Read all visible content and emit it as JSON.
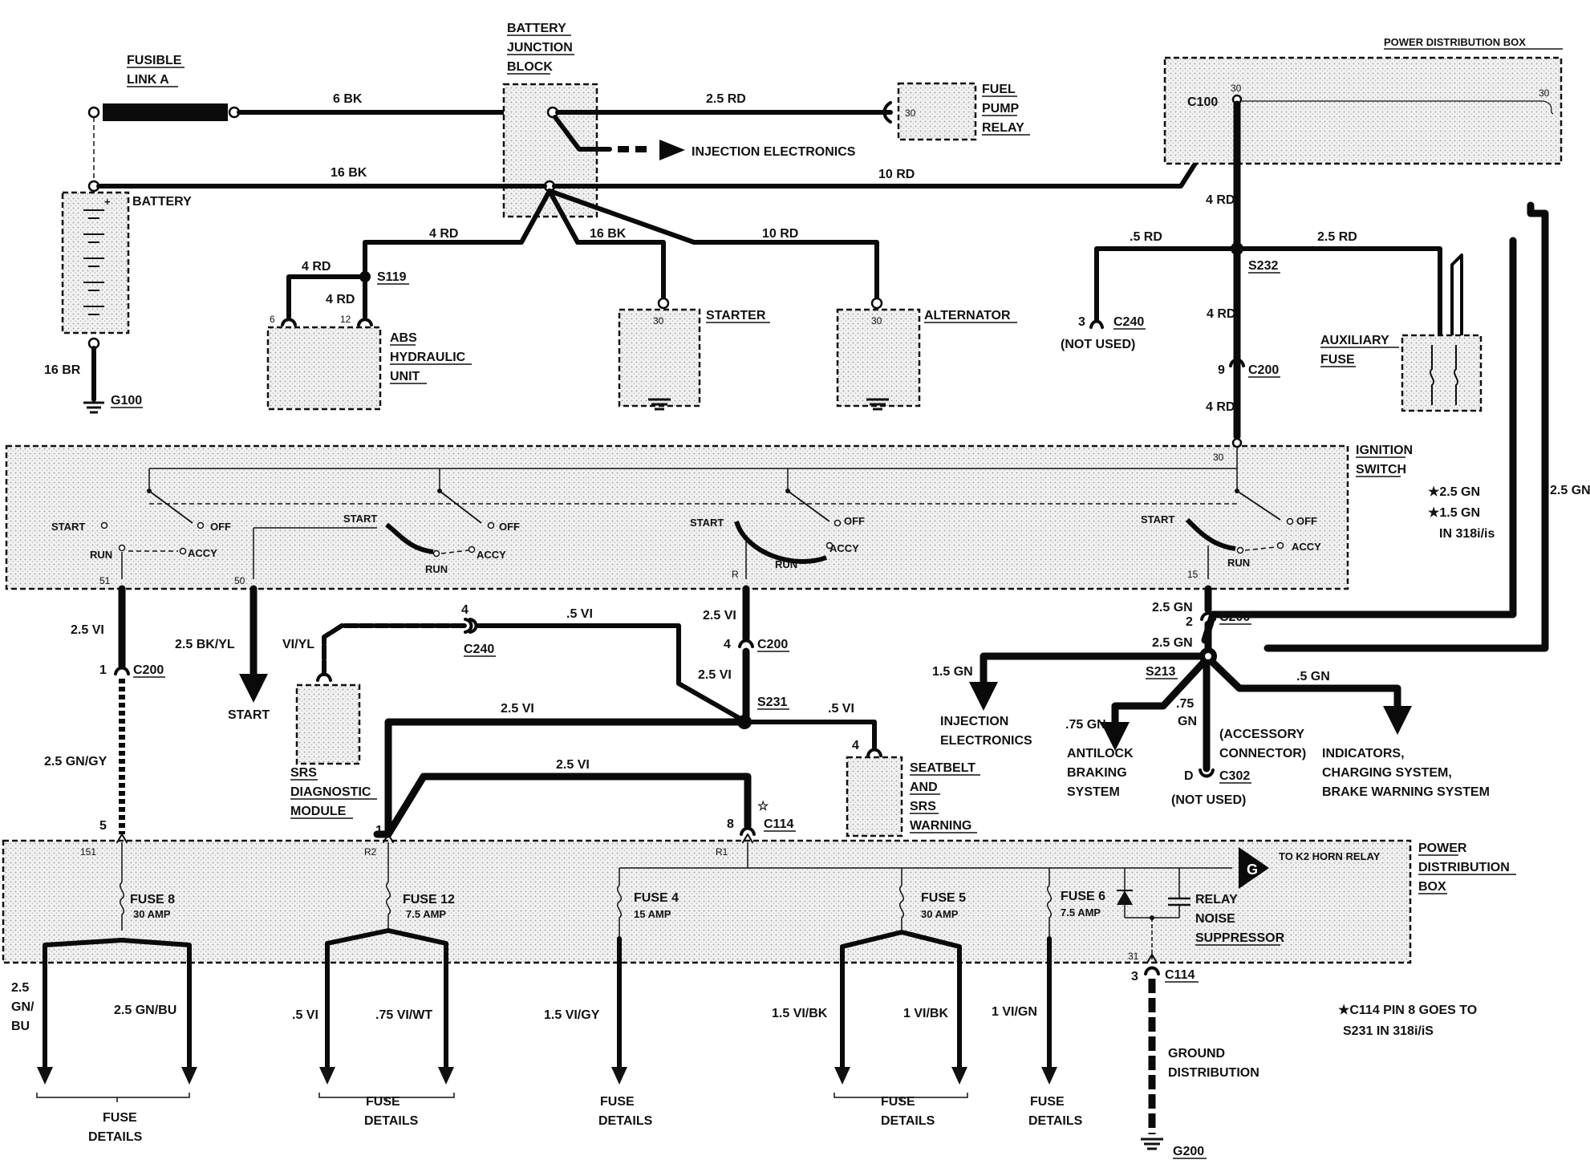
{
  "title": "",
  "components": {
    "fusible_link": [
      "FUSIBLE",
      "LINK A"
    ],
    "battery_junction_block": [
      "BATTERY",
      "JUNCTION",
      "BLOCK"
    ],
    "fuel_pump_relay": [
      "FUEL",
      "PUMP",
      "RELAY"
    ],
    "power_distribution_box_top": "POWER DISTRIBUTION BOX",
    "battery": "BATTERY",
    "injection_electronics_top": "INJECTION ELECTRONICS",
    "abs_hydraulic_unit": [
      "ABS",
      "HYDRAULIC",
      "UNIT"
    ],
    "starter": "STARTER",
    "alternator": "ALTERNATOR",
    "auxiliary_fuse": [
      "AUXILIARY",
      "FUSE"
    ],
    "ignition_switch": [
      "IGNITION",
      "SWITCH"
    ],
    "srs_module": [
      "SRS",
      "DIAGNOSTIC",
      "MODULE"
    ],
    "seatbelt_srs": [
      "SEATBELT",
      "AND",
      "SRS",
      "WARNING"
    ],
    "start": "START",
    "injection_electronics_mid": [
      "INJECTION",
      "ELECTRONICS"
    ],
    "antilock": [
      "ANTILOCK",
      "BRAKING",
      "SYSTEM"
    ],
    "accessory_connector": [
      "(ACCESSORY",
      "CONNECTOR)"
    ],
    "indicators": [
      "INDICATORS,",
      "CHARGING SYSTEM,",
      "BRAKE WARNING SYSTEM"
    ],
    "not_used": "(NOT USED)",
    "power_distribution_box_bottom": [
      "POWER",
      "DISTRIBUTION",
      "BOX"
    ],
    "horn_relay": "TO K2 HORN RELAY",
    "relay_noise": [
      "RELAY",
      "NOISE",
      "SUPPRESSOR"
    ],
    "ground_distribution": [
      "GROUND",
      "DISTRIBUTION"
    ],
    "fuse_details": [
      "FUSE",
      "DETAILS"
    ],
    "footnote": [
      "★C114 PIN 8 GOES TO",
      "S231 IN 318i/iS"
    ],
    "gn_note": [
      "★2.5 GN",
      "★1.5 GN",
      "IN 318i/is"
    ]
  },
  "wires": {
    "w6bk": "6 BK",
    "w25rd_top": "2.5 RD",
    "w16bk": "16 BK",
    "w10rd_top": "10 RD",
    "w4rd_a": "4 RD",
    "w4rd_b": "4 RD",
    "w4rd_c": "4 RD",
    "w16bk_b": "16 BK",
    "w10rd_b": "10 RD",
    "w16br": "16 BR",
    "w4rd_pdb": "4 RD",
    "w5rd": ".5 RD",
    "w25rd_aux": "2.5 RD",
    "w4rd_s232": "4 RD",
    "w4rd_c200": "4 RD",
    "w25gn_right": "2.5 GN",
    "w25vi_left": "2.5 VI",
    "w25bkyl": "2.5 BK/YL",
    "vi_yl": "VI/YL",
    "w5vi_c240": ".5 VI",
    "w25vi_mid": "2.5 VI",
    "w25vi_mid2": "2.5 VI",
    "w25gngy": "2.5 GN/GY",
    "w25vi_s231": "2.5 VI",
    "w5vi_seat": ".5 VI",
    "w25vi_c114": "2.5 VI",
    "w25gn_a": "2.5 GN",
    "w25gn_b": "2.5 GN",
    "w15gn": "1.5 GN",
    "w75gn_a": ".75 GN",
    "w75gn_b": [
      ".75",
      "GN"
    ],
    "w5gn": ".5 GN",
    "f_25gnbu_a": [
      "2.5",
      "GN/",
      "BU"
    ],
    "f_25gnbu_b": "2.5 GN/BU",
    "f_5vi": ".5 VI",
    "f_75viwt": ".75 VI/WT",
    "f_15vigy": "1.5 VI/GY",
    "f_15vibk": "1.5 VI/BK",
    "f_1vibk": "1 VI/BK",
    "f_1vign": "1 VI/GN"
  },
  "connectors": {
    "c100": "C100",
    "c240_a": "C240",
    "c240_b": "C240",
    "s232": "S232",
    "c200_a": "C200",
    "s119": "S119",
    "g100": "G100",
    "c200_b": "C200",
    "c200_c": "C200",
    "c200_d": "C200",
    "s231": "S231",
    "c114_a": "C114",
    "s213": "S213",
    "c302": "C302",
    "c114_b": "C114",
    "g200": "G200"
  },
  "fuses": [
    {
      "name": "FUSE 8",
      "amp": "30 AMP"
    },
    {
      "name": "FUSE 12",
      "amp": "7.5 AMP"
    },
    {
      "name": "FUSE 4",
      "amp": "15 AMP"
    },
    {
      "name": "FUSE 5",
      "amp": "30 AMP"
    },
    {
      "name": "FUSE 6",
      "amp": "7.5 AMP"
    }
  ],
  "switch_labels": {
    "start": "START",
    "run": "RUN",
    "off": "OFF",
    "accy": "ACCY"
  },
  "pins": {
    "p30": "30",
    "p6": "6",
    "p12": "12",
    "p3": "3",
    "p9": "9",
    "p2": "2",
    "p4": "4",
    "p1": "1",
    "p5": "5",
    "p8": "8",
    "pD": "D",
    "p15": "15",
    "p50": "50",
    "p51": "51",
    "pR": "R",
    "pR1": "R1",
    "pR2": "R2",
    "p151": "151",
    "p31": "31",
    "pG": "G"
  }
}
